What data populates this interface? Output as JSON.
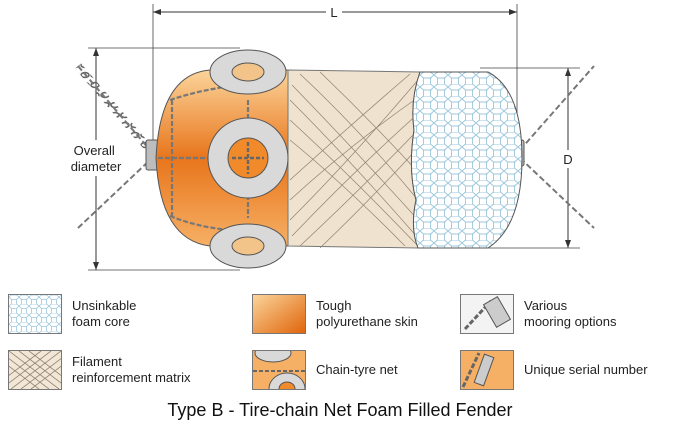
{
  "dimensions": {
    "length_label": "L",
    "diameter_label": "D",
    "overall_diameter_label": "Overall\ndiameter"
  },
  "legend": [
    {
      "label": "Unsinkable\nfoam core",
      "swatch": "foam-core"
    },
    {
      "label": "Tough\npolyurethane skin",
      "swatch": "polyurethane-skin"
    },
    {
      "label": "Various\nmooring options",
      "swatch": "mooring"
    },
    {
      "label": "Filament\nreinforcement matrix",
      "swatch": "filament"
    },
    {
      "label": "Chain-tyre net",
      "swatch": "chain-tyre"
    },
    {
      "label": "Unique serial number",
      "swatch": "serial"
    }
  ],
  "caption": "Type B - Tire-chain Net Foam Filled Fender",
  "colors": {
    "skin_light": "#f8c37a",
    "skin_dark": "#e06a10",
    "matrix": "#efe2cf",
    "foam_line": "#9cc7dd",
    "tyre": "#d7d7d7",
    "chain": "#777777"
  }
}
